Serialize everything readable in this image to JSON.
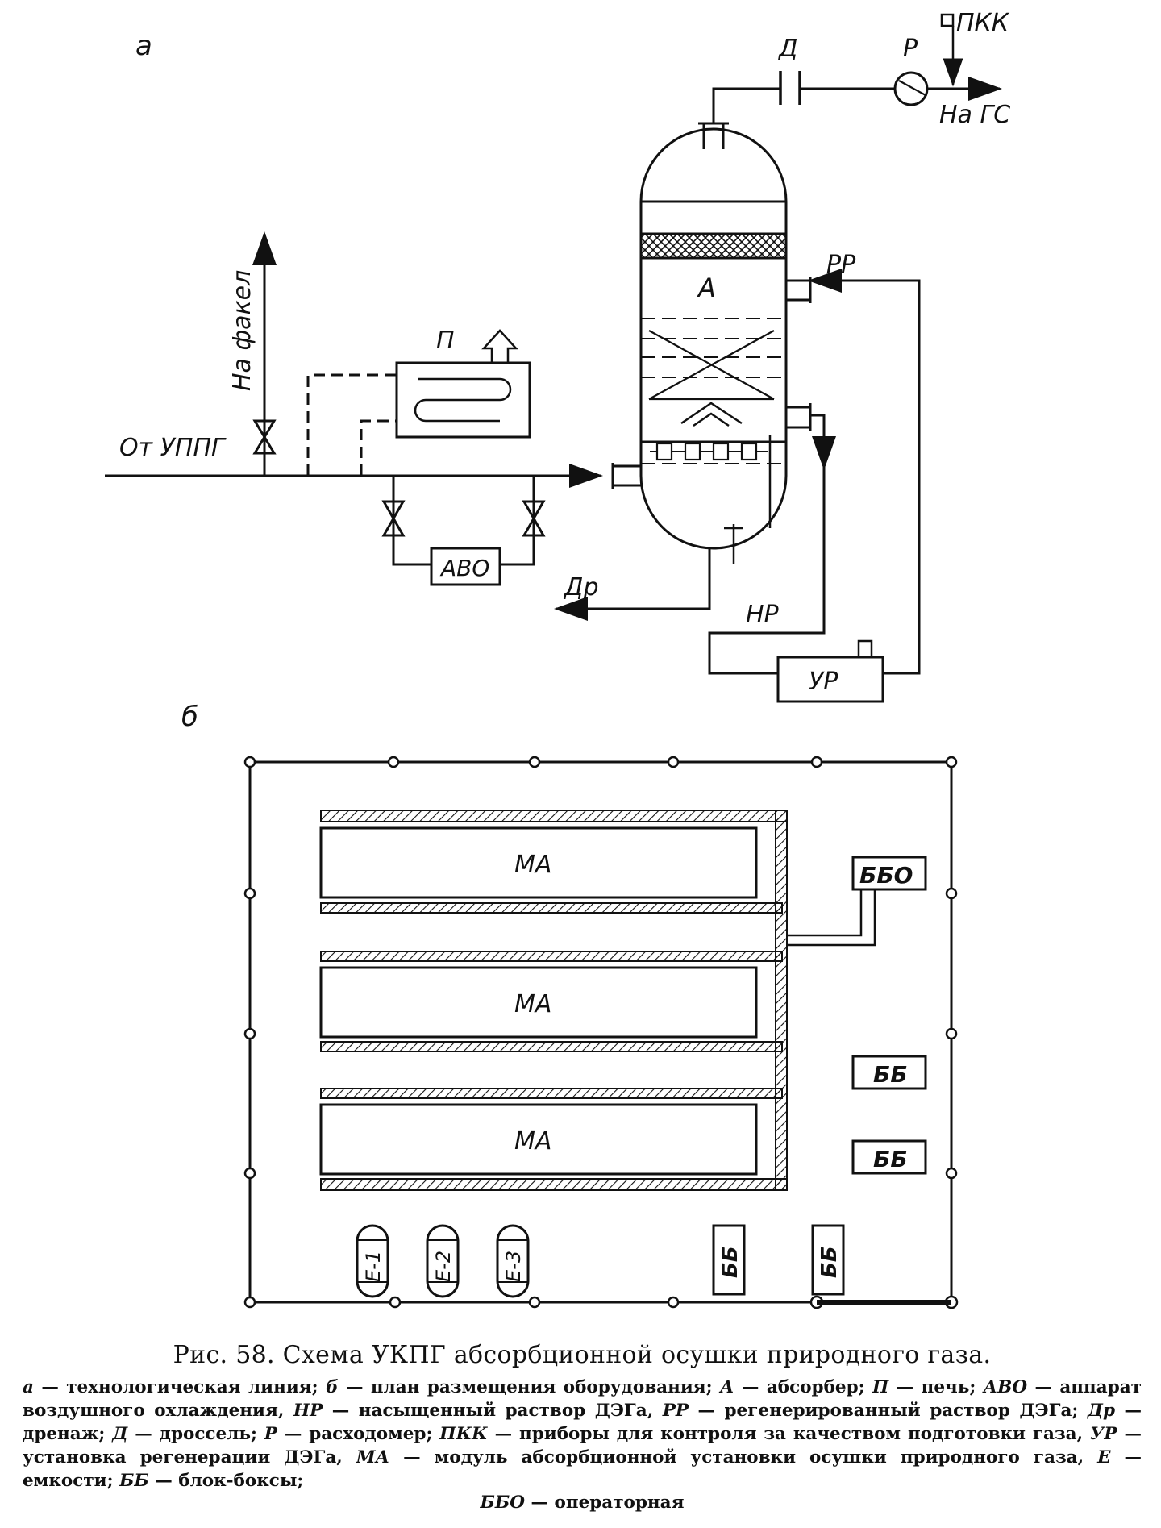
{
  "panel_a": {
    "letter": "а",
    "labels": {
      "pkk": "ПКК",
      "p_meter": "Р",
      "d_throttle": "Д",
      "to_gs": "На ГС",
      "to_flare": "На факел",
      "from_uppg": "От УППГ",
      "furnace": "П",
      "absorber": "А",
      "pp": "РР",
      "avo": "АВО",
      "drain": "Др",
      "hp": "НР",
      "ur": "УР"
    }
  },
  "panel_b": {
    "letter": "б",
    "modules": [
      "МА",
      "МА",
      "МА"
    ],
    "bbo": "ББО",
    "bb_boxes": [
      "ББ",
      "ББ",
      "ББ",
      "ББ"
    ],
    "tanks": [
      "Е-1",
      "Е-2",
      "Е-3"
    ]
  },
  "caption": {
    "title": "Рис. 58. Схема УКПГ абсорбционной осушки природного газа.",
    "body": [
      {
        "key": "а",
        "text": " — технологическая линия; "
      },
      {
        "key": "б",
        "text": " — план размещения оборудования; "
      },
      {
        "key": "А",
        "text": " — абсорбер; "
      },
      {
        "key": "П",
        "text": " — печь; "
      },
      {
        "key": "АВО",
        "text": " — аппарат воздушного охлаждения, "
      },
      {
        "key": "НР",
        "text": " — насыщенный раствор ДЭГа, "
      },
      {
        "key": "РР",
        "text": " — регенерированный раствор ДЭГа; "
      },
      {
        "key": "Др",
        "text": " — дренаж; "
      },
      {
        "key": "Д",
        "text": " — дроссель; "
      },
      {
        "key": "Р",
        "text": " — расходомер; "
      },
      {
        "key": "ПКК",
        "text": " — приборы для контроля за качеством подготовки газа, "
      },
      {
        "key": "УР",
        "text": " — установка регенерации ДЭГа, "
      },
      {
        "key": "МА",
        "text": " — модуль абсорбционной установки осушки природного газа, "
      },
      {
        "key": "Е",
        "text": " — емкости; "
      },
      {
        "key": "ББ",
        "text": " — блок-боксы;"
      }
    ],
    "last": {
      "key": "ББО",
      "text": " — операторная"
    }
  }
}
